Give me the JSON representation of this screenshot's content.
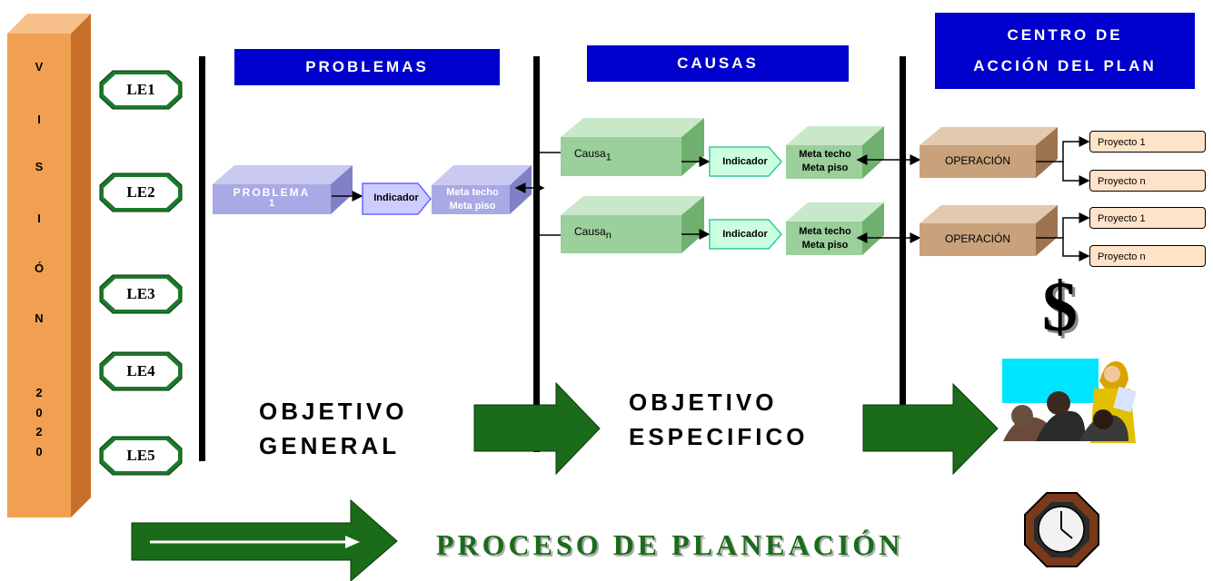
{
  "vision_bar": {
    "letters": [
      "V",
      "I",
      "S",
      "I",
      "Ó",
      "N",
      "2",
      "0",
      "2",
      "0"
    ]
  },
  "lines_estrategicas": [
    "LE1",
    "LE2",
    "LE3",
    "LE4",
    "LE5"
  ],
  "banners": {
    "problemas": "PROBLEMAS",
    "causas": "CAUSAS",
    "centro_line1": "CENTRO DE",
    "centro_line2": "ACCIÓN DEL PLAN"
  },
  "problema": {
    "label": "PROBLEMA",
    "number": "1",
    "indicador": "Indicador",
    "meta_techo": "Meta techo",
    "meta_piso": "Meta piso"
  },
  "causas": [
    {
      "label": "Causa",
      "sub": "1",
      "indicador": "Indicador",
      "meta_techo": "Meta techo",
      "meta_piso": "Meta piso"
    },
    {
      "label": "Causa",
      "sub": "n",
      "indicador": "Indicador",
      "meta_techo": "Meta techo",
      "meta_piso": "Meta piso"
    }
  ],
  "operaciones": [
    {
      "label": "OPERACIÓN",
      "proyectos": [
        "Proyecto 1",
        "Proyecto n"
      ]
    },
    {
      "label": "OPERACIÓN",
      "proyectos": [
        "Proyecto 1",
        "Proyecto n"
      ]
    }
  ],
  "objetivo_general": {
    "line1": "OBJETIVO",
    "line2": "GENERAL"
  },
  "objetivo_especifico": {
    "line1": "OBJETIVO",
    "line2": "ESPECIFICO"
  },
  "dollar": "$",
  "footer_title": "PROCESO DE PLANEACIÓN",
  "colors": {
    "banner": "#0000cc",
    "green_arrow": "#1a6b1a",
    "vision_bar": "#f0a050",
    "le_fill": "#1a7a2a",
    "problema_box": "#a9a9e6",
    "causa_box": "#9bcf9b",
    "operacion_box": "#c9a27c",
    "proyecto_box": "#ffe3c8",
    "footer_text": "#1a6b1a"
  }
}
